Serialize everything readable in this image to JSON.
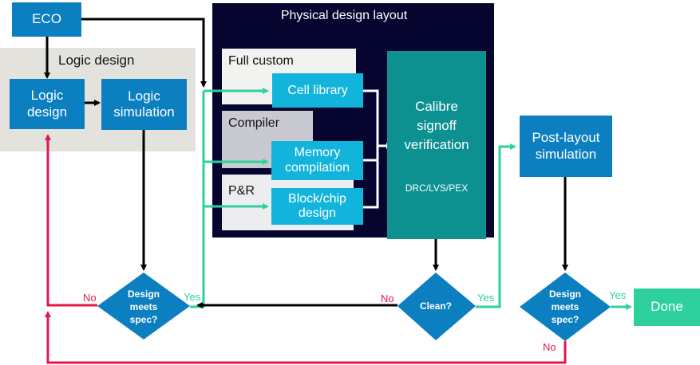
{
  "nodes": {
    "eco": "ECO",
    "logic_group": "Logic design",
    "logic_design": "Logic design",
    "logic_design_l1": "Logic",
    "logic_design_l2": "design",
    "logic_sim_l1": "Logic",
    "logic_sim_l2": "simulation",
    "physical_group": "Physical design layout",
    "full_custom": "Full custom",
    "compiler": "Compiler",
    "pnr": "P&R",
    "cell_library": "Cell library",
    "memory_l1": "Memory",
    "memory_l2": "compilation",
    "block_l1": "Block/chip",
    "block_l2": "design",
    "calibre_l1": "Calibre",
    "calibre_l2": "signoff",
    "calibre_l3": "verification",
    "calibre_sub": "DRC/LVS/PEX",
    "post_l1": "Post-layout",
    "post_l2": "simulation",
    "done": "Done"
  },
  "decisions": {
    "d1_l1": "Design",
    "d1_l2": "meets",
    "d1_l3": "spec?",
    "clean": "Clean?",
    "d2_l1": "Design",
    "d2_l2": "meets",
    "d2_l3": "spec?"
  },
  "edge_labels": {
    "d1_no": "No",
    "d1_yes": "Yes",
    "clean_no": "No",
    "clean_yes": "Yes",
    "d2_yes": "Yes",
    "d2_no": "No"
  },
  "colors": {
    "primary_blue": "#0c7fc0",
    "cyan": "#13b4dc",
    "teal": "#0c9090",
    "green": "#2ed19e",
    "no_red": "#e0194a",
    "yes_green": "#2ed19e",
    "navy": "#050530"
  }
}
